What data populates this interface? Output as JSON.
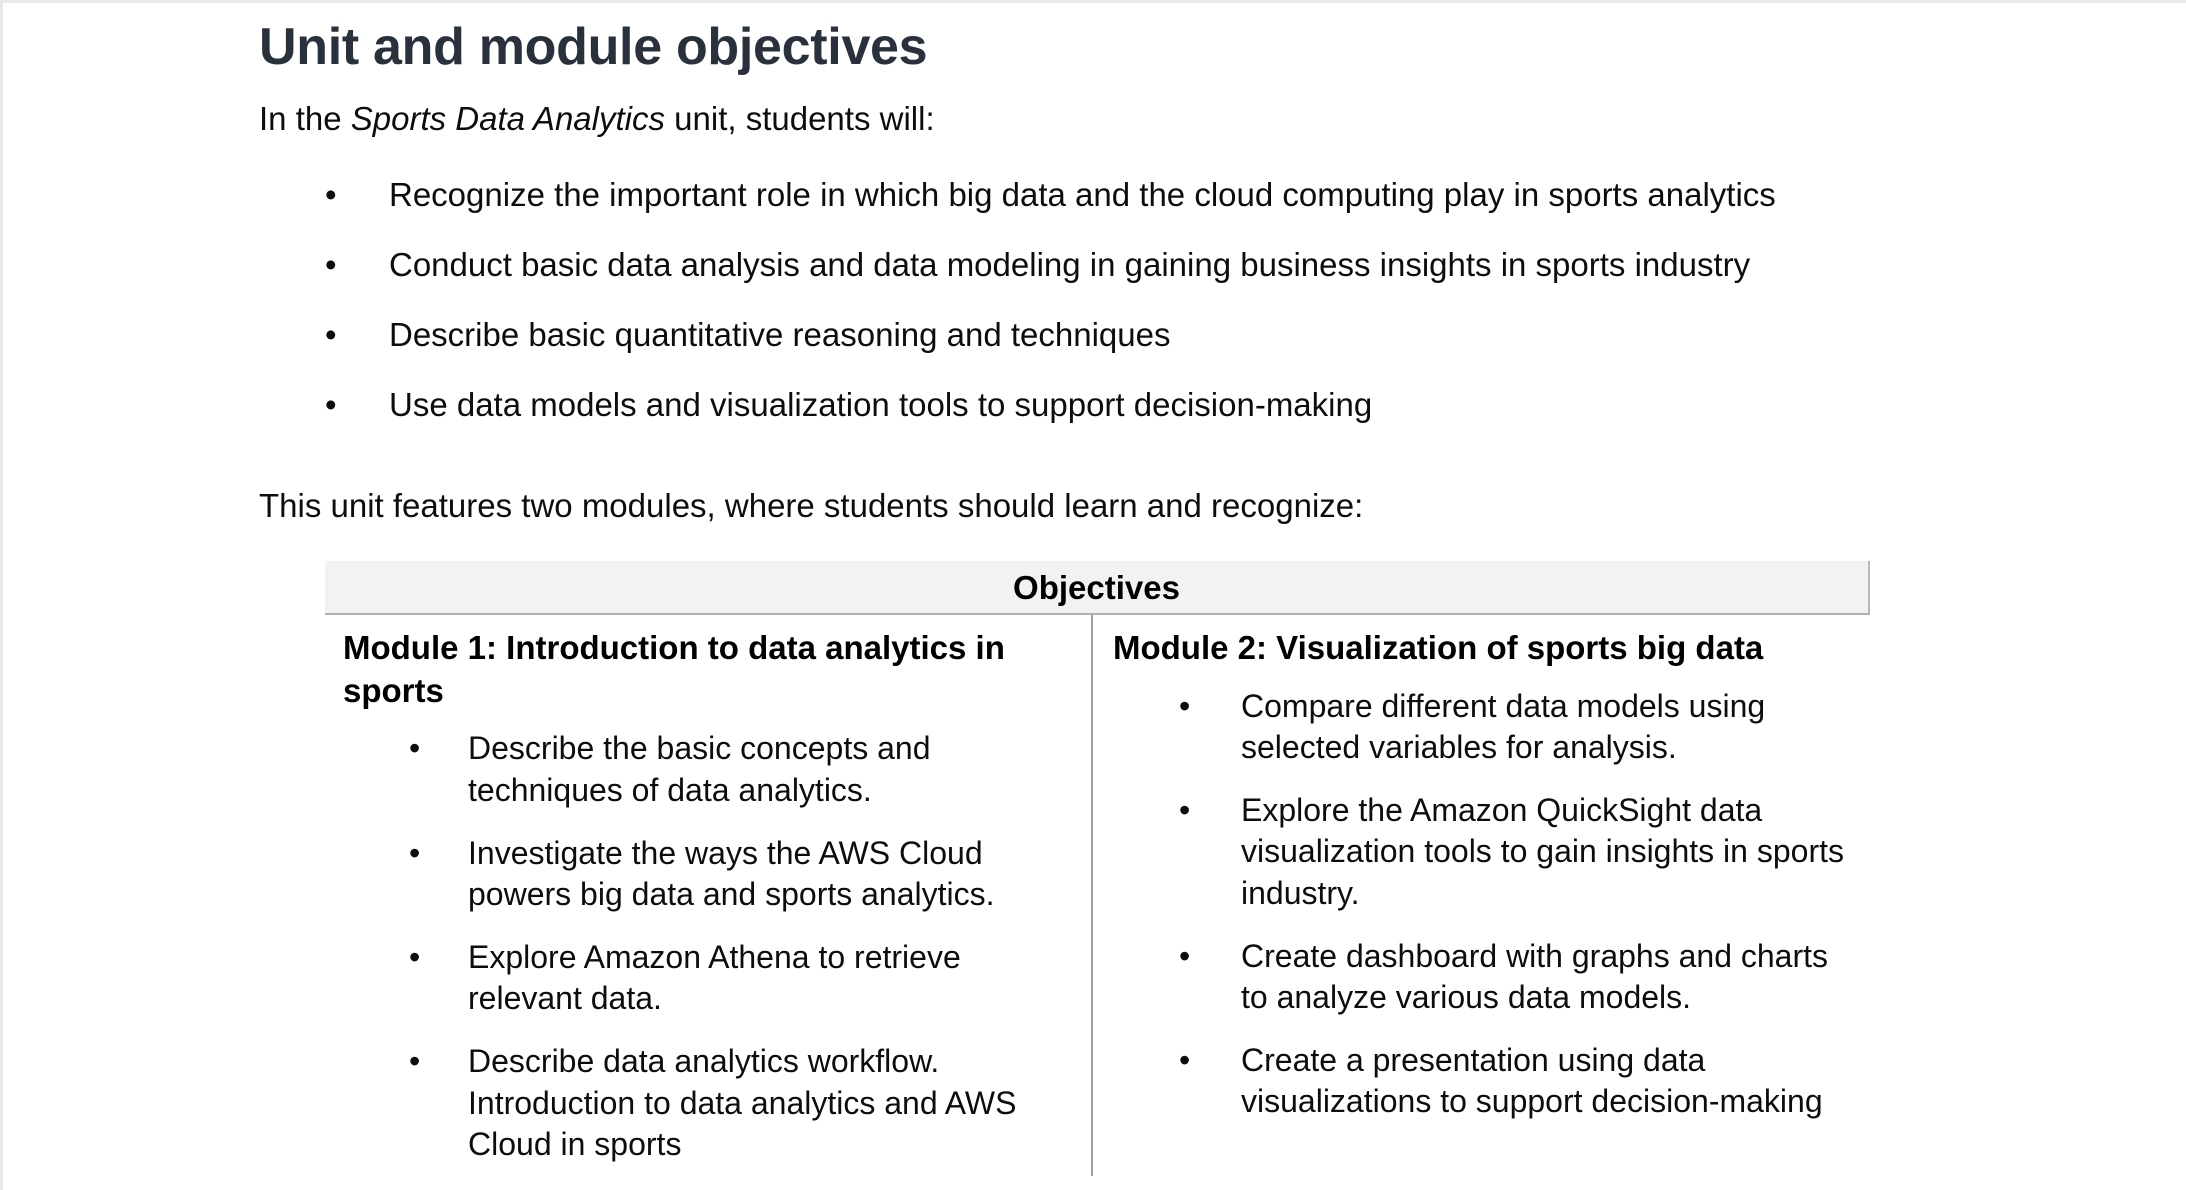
{
  "document": {
    "title": "Unit and module objectives",
    "intro": {
      "prefix": "In the ",
      "emphasis": "Sports Data Analytics",
      "suffix": " unit, students will:"
    },
    "unit_objectives": [
      "Recognize the important role in which big data and the cloud computing play in sports analytics",
      "Conduct basic data analysis and data modeling in gaining business insights in sports industry",
      "Describe basic quantitative reasoning and techniques",
      "Use data models and visualization tools to support decision-making"
    ],
    "lead_paragraph": "This unit features two modules, where students should learn and recognize:",
    "table": {
      "header": "Objectives",
      "columns": [
        {
          "title": "Module 1: Introduction to data analytics in sports",
          "items": [
            "Describe the basic concepts and techniques of data analytics.",
            "Investigate the ways the AWS Cloud powers big data and sports analytics.",
            "Explore Amazon Athena to retrieve relevant data.",
            "Describe data analytics workflow. Introduction to data analytics and AWS Cloud in sports"
          ]
        },
        {
          "title": "Module 2: Visualization of sports big data",
          "items": [
            "Compare different data models using selected variables for analysis.",
            "Explore the Amazon QuickSight data visualization tools to gain insights in sports industry.",
            "Create dashboard with graphs and charts to analyze various data models.",
            "Create a presentation using data visualizations to support decision-making"
          ]
        }
      ]
    },
    "bullet_glyph": "•",
    "colors": {
      "title": "#29313d",
      "body_text": "#0d0d0d",
      "table_header_bg": "#f2f2f2",
      "table_border": "#9f9f9f"
    }
  }
}
